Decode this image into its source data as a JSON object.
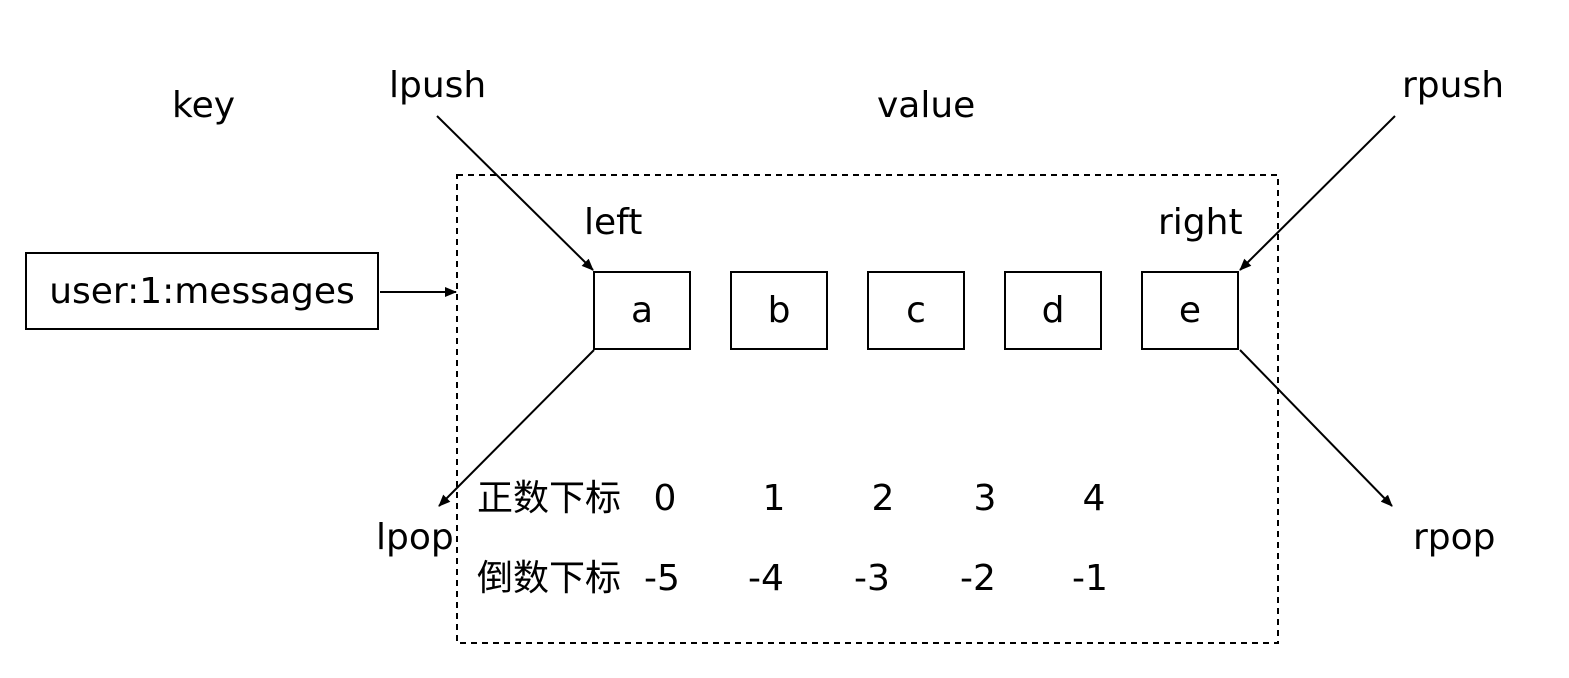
{
  "labels": {
    "key": "key",
    "value": "value",
    "lpush": "lpush",
    "rpush": "rpush",
    "lpop": "lpop",
    "rpop": "rpop",
    "left": "left",
    "right": "right"
  },
  "key_name": "user:1:messages",
  "elements": [
    "a",
    "b",
    "c",
    "d",
    "e"
  ],
  "positive_index": {
    "label": "正数下标",
    "values": [
      "0",
      "1",
      "2",
      "3",
      "4"
    ]
  },
  "negative_index": {
    "label": "倒数下标",
    "values": [
      "-5",
      "-4",
      "-3",
      "-2",
      "-1"
    ]
  }
}
